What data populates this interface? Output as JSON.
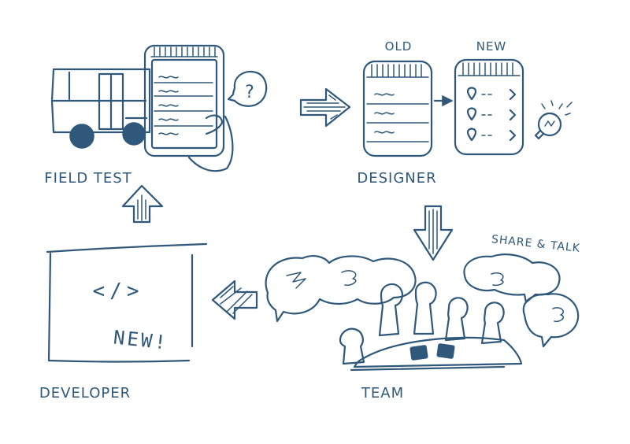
{
  "captions": {
    "field_test": "FIELD TEST",
    "designer": "DESIGNER",
    "developer": "DEVELOPER",
    "team": "TEAM"
  },
  "designer_labels": {
    "old": "OLD",
    "new": "NEW"
  },
  "field_test_bubble": "?",
  "developer_screen": {
    "code": "</>",
    "new": "NEW!"
  },
  "team_note": "SHARE & TALK",
  "ink_color": "#2f587a"
}
